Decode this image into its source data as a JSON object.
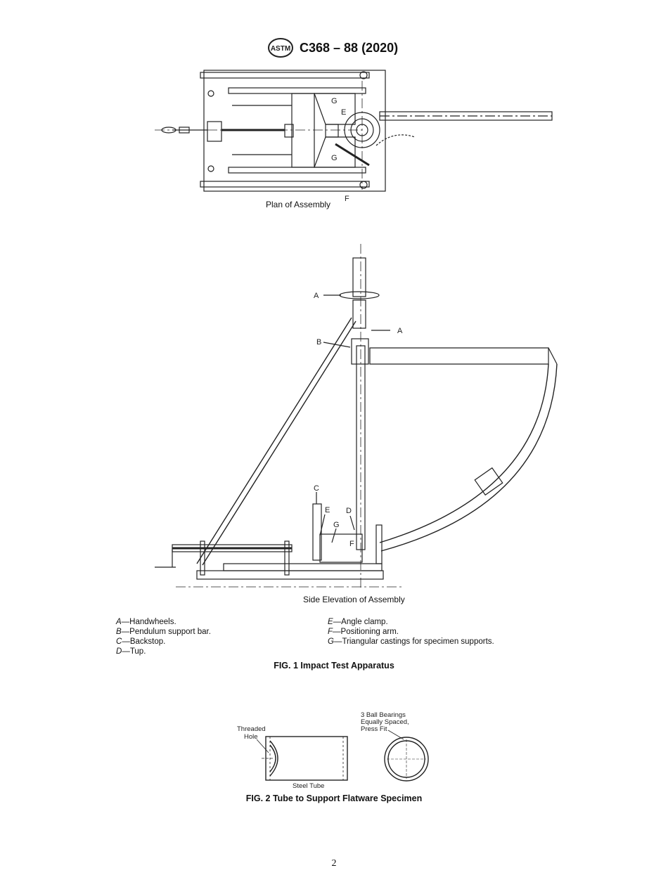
{
  "header": {
    "logo": "ASTM",
    "designation": "C368 – 88 (2020)"
  },
  "fig1": {
    "plan_caption": "Plan of Assembly",
    "side_caption": "Side Elevation of Assembly",
    "plan_labels": {
      "g_top": "G",
      "e": "E",
      "g_bottom": "G",
      "f": "F"
    },
    "side_labels": {
      "a_top": "A",
      "a_right": "A",
      "b": "B",
      "c": "C",
      "e": "E",
      "g": "G",
      "d": "D",
      "f": "F"
    },
    "legend": [
      {
        "key": "A",
        "text": "—Handwheels."
      },
      {
        "key": "B",
        "text": "—Pendulum support bar."
      },
      {
        "key": "C",
        "text": "—Backstop."
      },
      {
        "key": "D",
        "text": "—Tup."
      },
      {
        "key": "E",
        "text": "—Angle clamp."
      },
      {
        "key": "F",
        "text": "—Positioning arm."
      },
      {
        "key": "G",
        "text": "—Triangular castings for specimen supports."
      }
    ],
    "title": "FIG. 1  Impact Test Apparatus"
  },
  "fig2": {
    "threaded_hole_line1": "Threaded",
    "threaded_hole_line2": "Hole",
    "bearings_line1": "3 Ball Bearings",
    "bearings_line2": "Equally Spaced,",
    "bearings_line3": "Press Fit",
    "tube_label": "Steel Tube",
    "title": "FIG. 2  Tube to Support Flatware Specimen"
  },
  "page_number": "2"
}
